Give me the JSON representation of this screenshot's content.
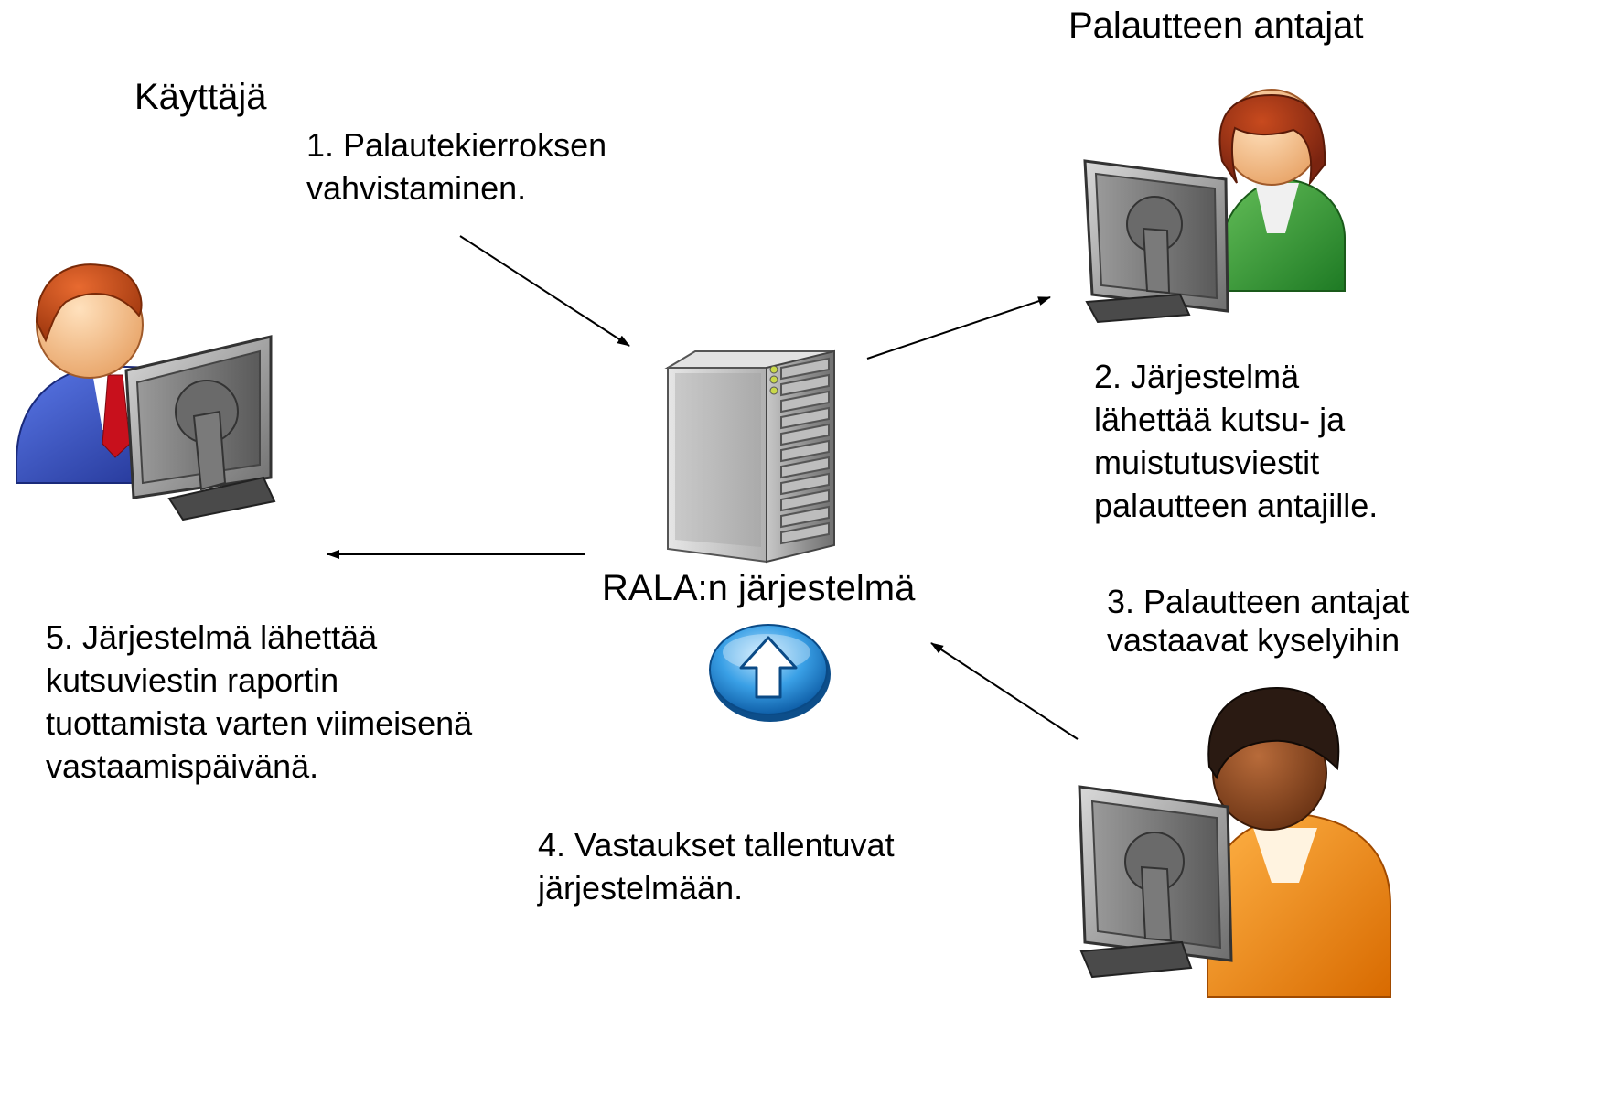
{
  "roles": {
    "user": "Käyttäjä",
    "feedback_givers": "Palautteen antajat"
  },
  "system": {
    "label": "RALA:n järjestelmä"
  },
  "steps": {
    "step1": [
      "1. Palautekierroksen",
      "vahvistaminen."
    ],
    "step2": [
      "2. Järjestelmä",
      "lähettää kutsu- ja",
      "muistutusviestit",
      "palautteen antajille."
    ],
    "step3": [
      "3. Palautteen antajat",
      "vastaavat kyselyihin"
    ],
    "step4": [
      "4. Vastaukset tallentuvat",
      "järjestelmään."
    ],
    "step5": [
      "5. Järjestelmä lähettää",
      "kutsuviestin raportin",
      "tuottamista varten viimeisenä",
      "vastaamispäivänä."
    ]
  },
  "icons": {
    "user": "user-at-computer-icon",
    "giver_top": "woman-at-computer-icon",
    "giver_bottom": "person-at-computer-icon",
    "server": "server-tower-icon",
    "upload": "upload-arrow-icon"
  },
  "colors": {
    "user_suit": "#2f48b8",
    "user_tie": "#c8101c",
    "giver_top_shirt": "#2f9a35",
    "giver_bottom_shirt": "#f28c12",
    "upload_blue": "#2a8fd6",
    "monitor_gray": "#8a8a8a",
    "arrow": "#000000"
  }
}
